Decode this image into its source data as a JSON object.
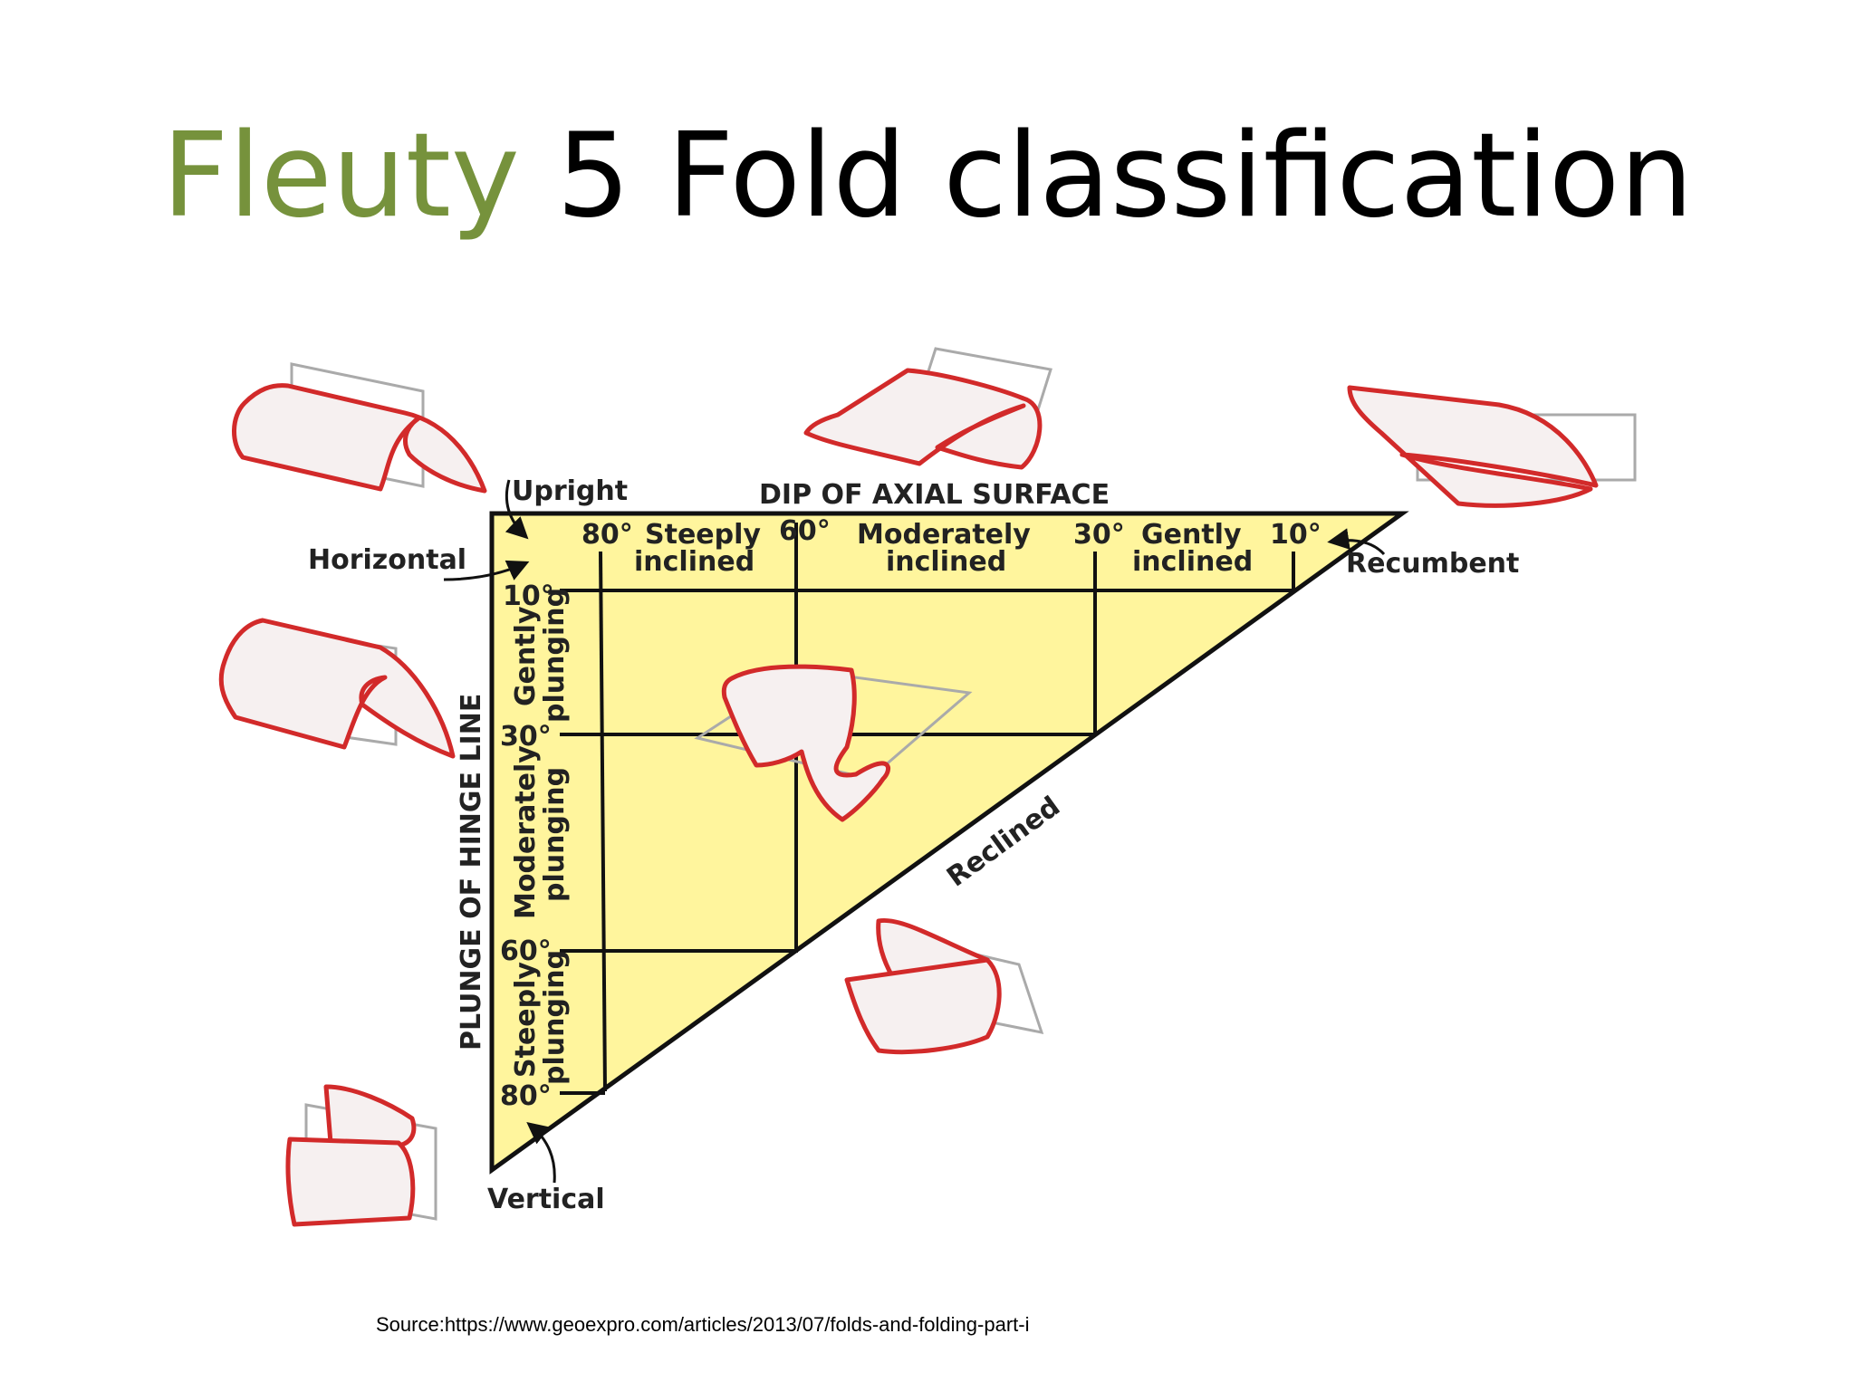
{
  "title": {
    "accent": "Fleuty",
    "rest": " 5 Fold classification"
  },
  "diagram": {
    "top_axis_title": "DIP OF AXIAL SURFACE",
    "left_axis_title": "PLUNGE OF HINGE LINE",
    "corner_labels": {
      "upright": "Upright",
      "horizontal": "Horizontal",
      "recumbent": "Recumbent",
      "vertical": "Vertical",
      "reclined": "Reclined"
    },
    "dip_ticks": [
      "80°",
      "60°",
      "30°",
      "10°"
    ],
    "plunge_ticks": [
      "10°",
      "30°",
      "60°",
      "80°"
    ],
    "dip_classes": [
      {
        "line1": "Steeply",
        "line2": "inclined"
      },
      {
        "line1": "Moderately",
        "line2": "inclined"
      },
      {
        "line1": "Gently",
        "line2": "inclined"
      }
    ],
    "plunge_classes": [
      {
        "line1": "Gently",
        "line2": "plunging"
      },
      {
        "line1": "Moderately",
        "line2": "plunging"
      },
      {
        "line1": "Steeply",
        "line2": "plunging"
      }
    ],
    "colors": {
      "triangle_fill": "#fff59d",
      "fold_outline": "#d22a2a",
      "title_accent": "#76923c"
    }
  },
  "source": "Source:https://www.geoexpro.com/articles/2013/07/folds-and-folding-part-i"
}
